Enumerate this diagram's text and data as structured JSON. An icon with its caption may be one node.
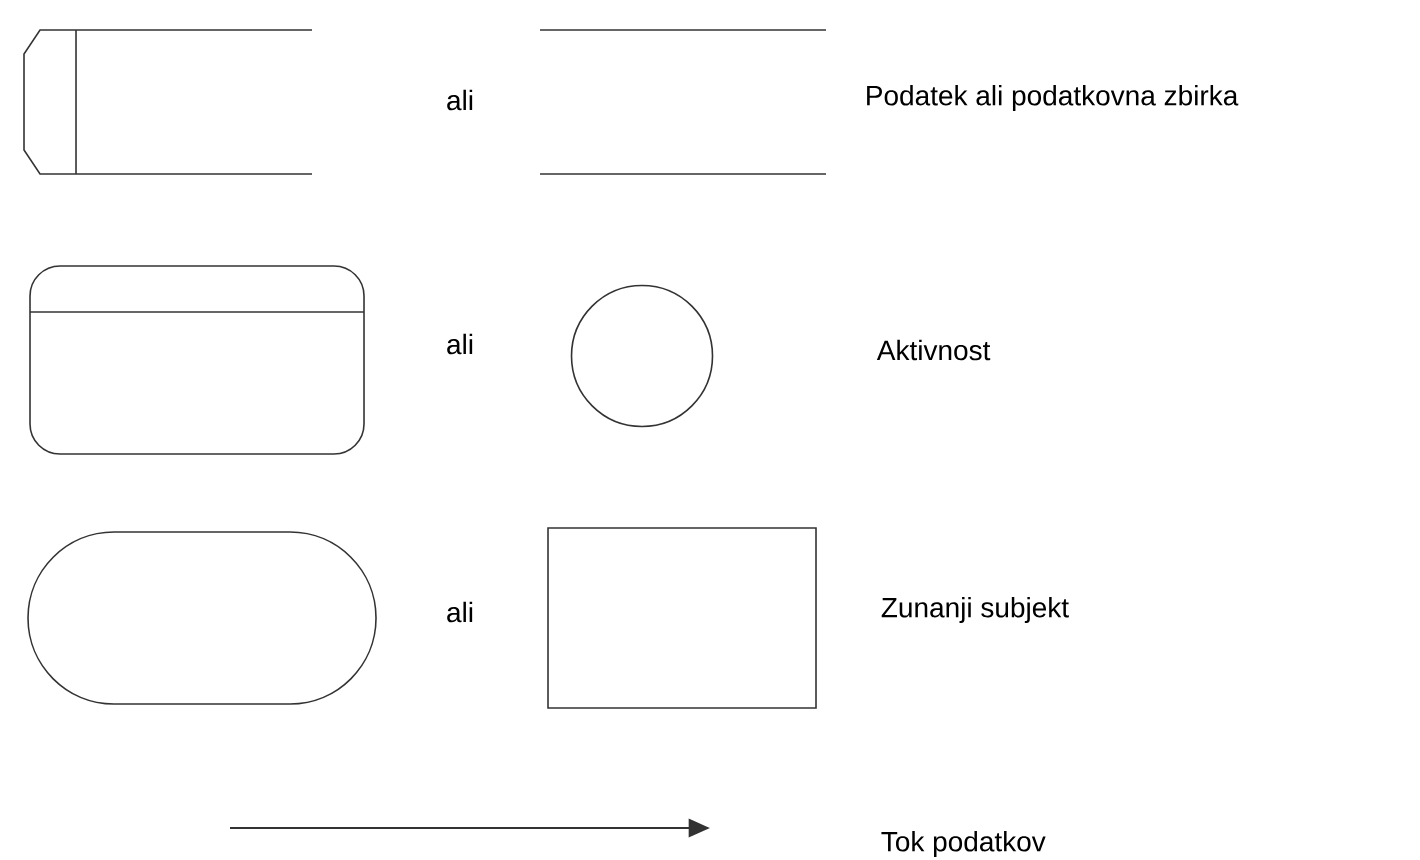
{
  "diagram": {
    "nodes": [
      {
        "text": [],
        "shape": "box"
      },
      {
        "text": [],
        "shape": "lines"
      },
      {
        "text": [],
        "shape": "box"
      },
      {
        "text": [],
        "shape": "circle"
      },
      {
        "text": [],
        "shape": "stadium"
      },
      {
        "text": [],
        "shape": "rectangle"
      }
    ],
    "labels": [
      "ali",
      "Podatek ali podatkovna zbirka",
      "ali",
      "Aktivnost",
      "ali",
      "Zunanji subjekt",
      "Tok podatkov"
    ]
  }
}
